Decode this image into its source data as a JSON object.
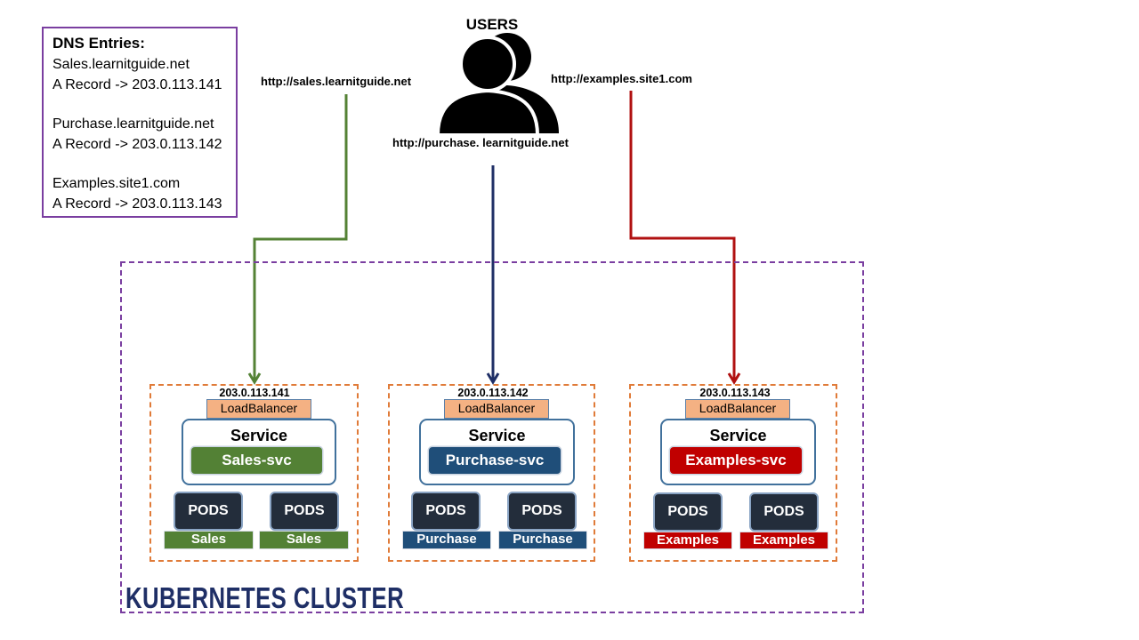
{
  "dns": {
    "title": "DNS Entries:",
    "entries": [
      {
        "host": "Sales.learnitguide.net",
        "record": "A Record -> 203.0.113.141"
      },
      {
        "host": "Purchase.learnitguide.net",
        "record": "A Record -> 203.0.113.142"
      },
      {
        "host": "Examples.site1.com",
        "record": "A Record -> 203.0.113.143"
      }
    ]
  },
  "users": {
    "title": "USERS",
    "icon": "users-group-icon",
    "urls": {
      "sales": "http://sales.learnitguide.net",
      "purchase": "http://purchase. learnitguide.net",
      "examples": "http://examples.site1.com"
    }
  },
  "cluster": {
    "label": "KUBERNETES CLUSTER",
    "groups": [
      {
        "ip": "203.0.113.141",
        "lb": "LoadBalancer",
        "service": "Service",
        "svc": "Sales-svc",
        "color": "#538135",
        "pods": [
          {
            "title": "PODS",
            "label": "Sales"
          },
          {
            "title": "PODS",
            "label": "Sales"
          }
        ]
      },
      {
        "ip": "203.0.113.142",
        "lb": "LoadBalancer",
        "service": "Service",
        "svc": "Purchase-svc",
        "color": "#1f4e79",
        "pods": [
          {
            "title": "PODS",
            "label": "Purchase"
          },
          {
            "title": "PODS",
            "label": "Purchase"
          }
        ]
      },
      {
        "ip": "203.0.113.143",
        "lb": "LoadBalancer",
        "service": "Service",
        "svc": "Examples-svc",
        "color": "#c00000",
        "pods": [
          {
            "title": "PODS",
            "label": "Examples"
          },
          {
            "title": "PODS",
            "label": "Examples"
          }
        ]
      }
    ]
  },
  "colors": {
    "sales_line": "#548235",
    "purchase_line": "#1f2f66",
    "examples_line": "#b01010",
    "cluster_border": "#7a3ea0",
    "group_border": "#e07b39"
  }
}
